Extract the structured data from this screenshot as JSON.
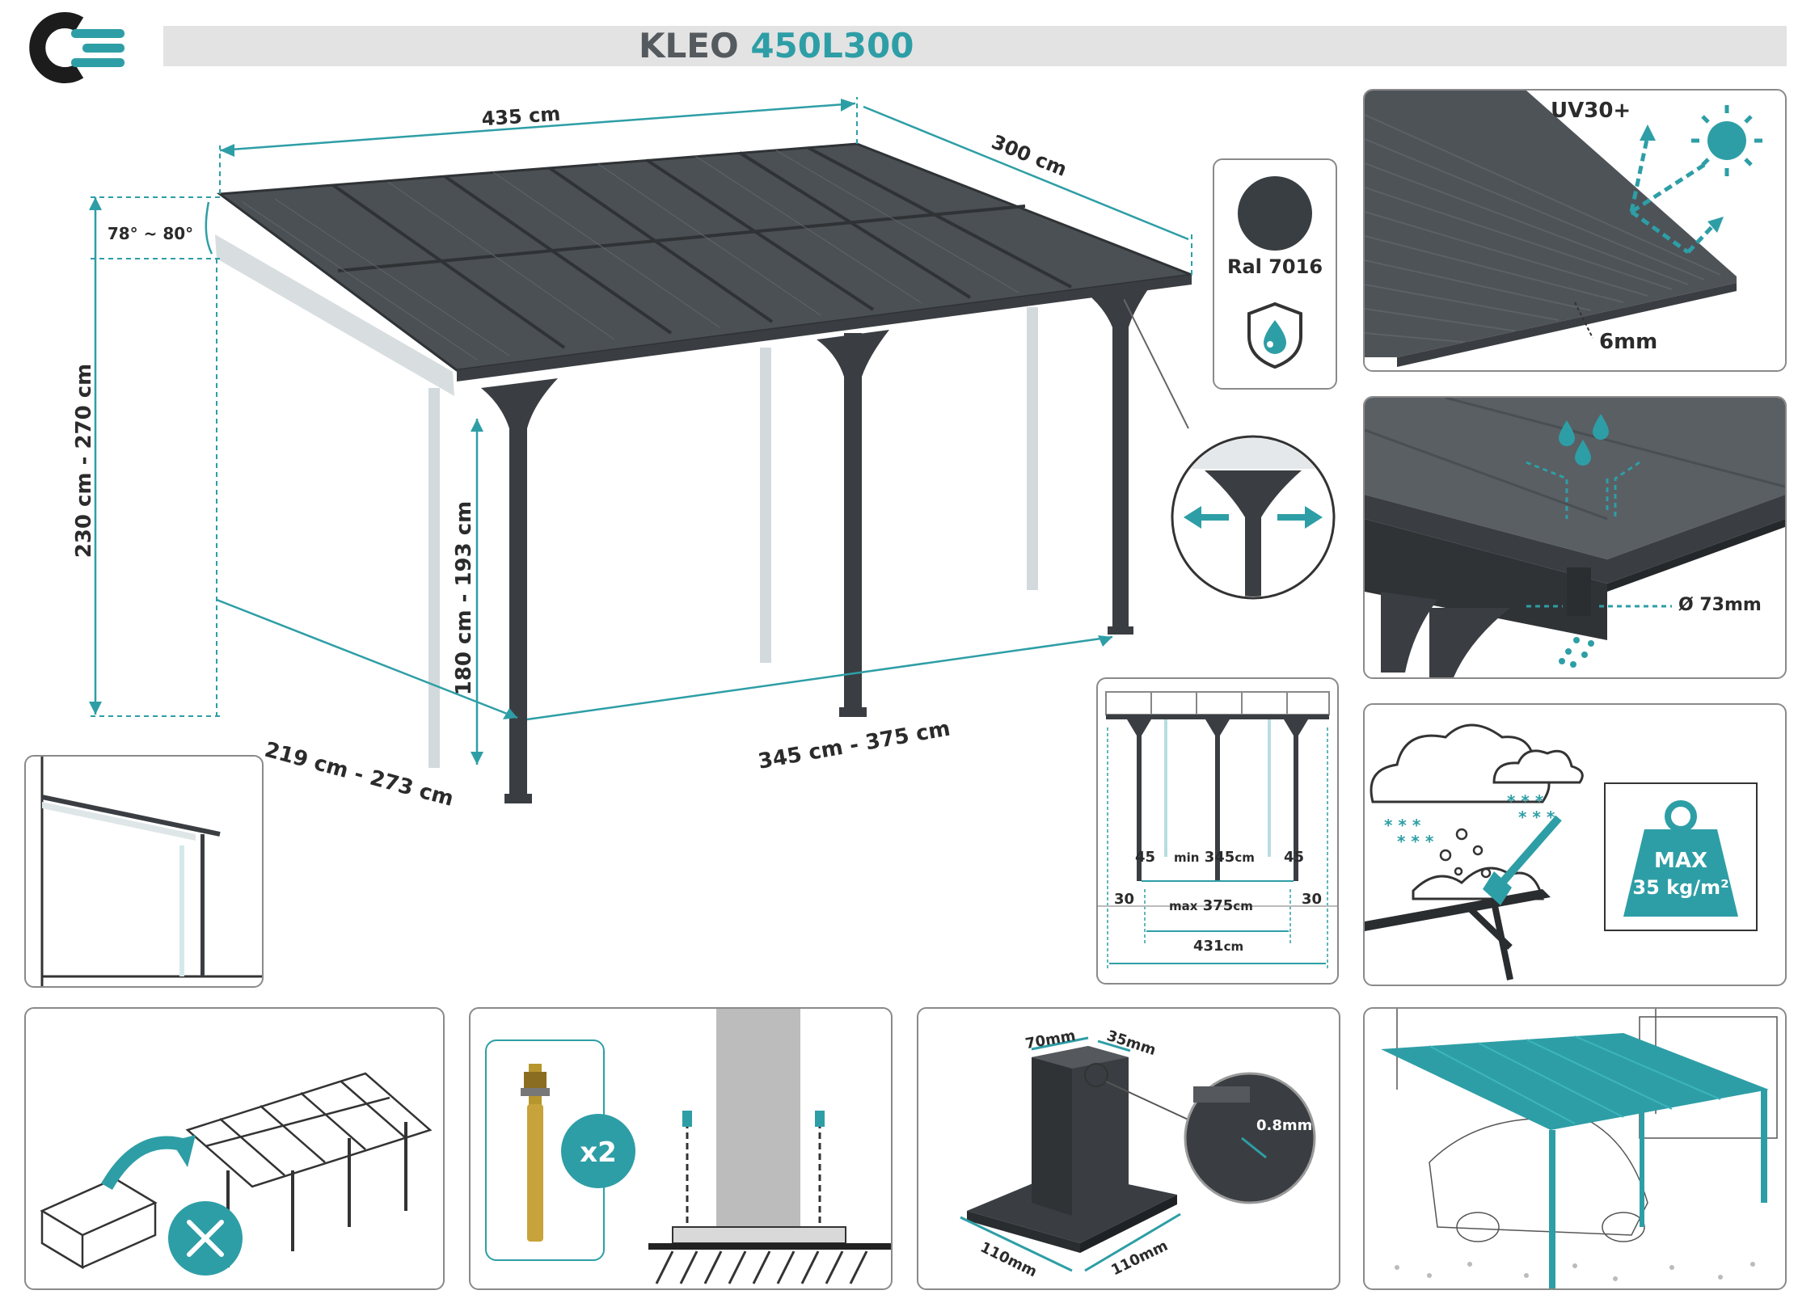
{
  "header": {
    "brand_mark": "CE",
    "title_main": "KLEO",
    "title_code": "450L300"
  },
  "main_diagram": {
    "width_label": "435 cm",
    "depth_label": "300 cm",
    "angle_label": "78° ~ 80°",
    "wall_height_label": "230 cm - 270 cm",
    "post_height_label": "180 cm - 193 cm",
    "side_length_label": "219 cm - 273 cm",
    "front_length_label": "345 cm - 375 cm"
  },
  "color_badge": {
    "ral_label": "Ral 7016",
    "swatch_color": "#383e42",
    "shield_icon": "water-shield-icon"
  },
  "uv_panel": {
    "uv_label": "UV30+",
    "thickness_label": "6mm"
  },
  "gutter_panel": {
    "diameter_label": "Ø 73mm"
  },
  "post_spacing": {
    "left_offset": "45",
    "min_label_prefix": "min",
    "min_value": "345",
    "min_unit": "cm",
    "right_offset": "45",
    "left_edge": "30",
    "max_label_prefix": "max",
    "max_value": "375",
    "max_unit": "cm",
    "right_edge": "30",
    "total_value": "431",
    "total_unit": "cm"
  },
  "snow_panel": {
    "max_line1": "MAX",
    "max_line2": "35 kg/m²"
  },
  "anchor_panel": {
    "quantity_label": "x2"
  },
  "base_plate": {
    "width_a": "70mm",
    "width_b": "35mm",
    "thickness": "0.8mm",
    "base_a": "110mm",
    "base_b": "110mm"
  },
  "colors": {
    "accent": "#2e9ea6",
    "dark_frame": "#3a3e42",
    "header_bar": "#e3e3e3"
  }
}
